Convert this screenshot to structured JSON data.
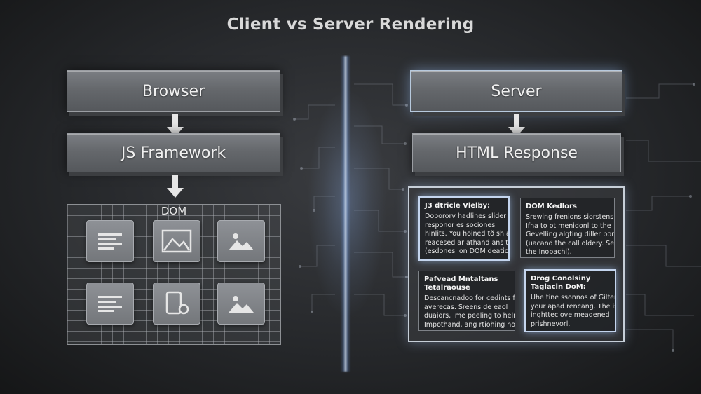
{
  "title": "Client vs Server Rendering",
  "client": {
    "browser_label": "Browser",
    "framework_label": "JS Framework",
    "dom_label": "DOM",
    "tiles": [
      {
        "icon": "text-lines-icon"
      },
      {
        "icon": "image-frame-icon"
      },
      {
        "icon": "landscape-icon"
      },
      {
        "icon": "text-lines-icon"
      },
      {
        "icon": "device-icon"
      },
      {
        "icon": "landscape-icon"
      }
    ]
  },
  "server": {
    "server_label": "Server",
    "response_label": "HTML Response",
    "cards": [
      {
        "heading": "J3 dtricle Vlelby:",
        "lines": [
          "Dopororv hadlines slider",
          "responor es sociones",
          "hinlits. You hoined tð sh ato",
          "reacesed ar athand ans tow",
          "(esdones ion DOM deations)"
        ]
      },
      {
        "heading": "DOM Kedlors",
        "lines": [
          "Srewing frenions siorstens",
          "Ifna to ot menidonl to the",
          "Gevelling algting diller pond",
          "(uacand the call oldery. Server",
          "the Inopachl)."
        ]
      },
      {
        "heading": "Pafvead Mntaltans Tetalraouse",
        "lines": [
          "Descancnadoo for cedints fnara",
          "averecas. Sreens de eaol",
          "duaiors, ime peeling to helme",
          "Impothand, ang rtiohing hoil."
        ]
      },
      {
        "heading": "Drog Conolsiny Taglacin DoM:",
        "lines": [
          "Uhe tine ssonnos of Gilternes,",
          "your apad rencang. The is-",
          "inghtteclovelmeadened",
          "prishnevorl."
        ]
      }
    ]
  },
  "colors": {
    "background": "#26282b",
    "box_fill": "#65686c",
    "glow": "#cfe0ff",
    "grid_line": "#afb2b7"
  }
}
